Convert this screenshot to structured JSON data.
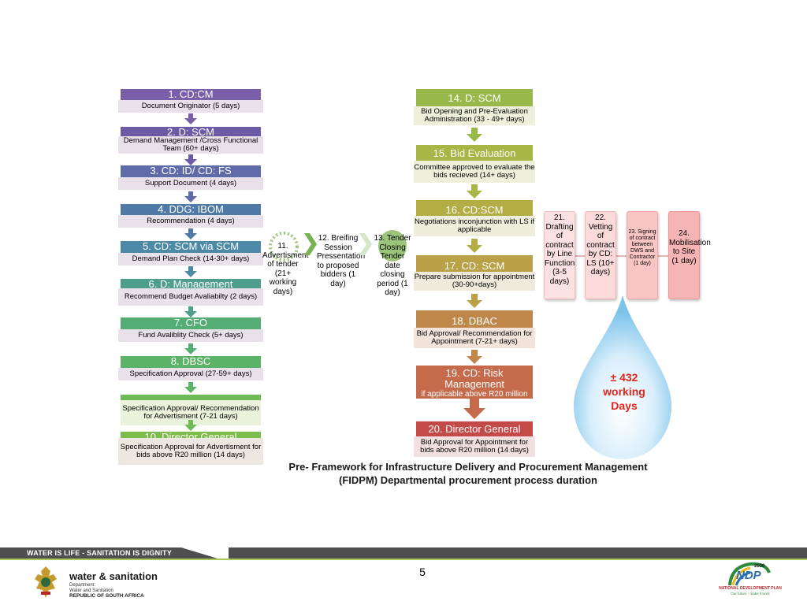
{
  "left_column": [
    {
      "title": "1. CD:CM",
      "label": "Document Originator (5 days)",
      "color": "#7b5ea8"
    },
    {
      "title": "2. D: SCM",
      "label": "Demand Management /Cross Functional Team (60+ days)",
      "color": "#6b5aa6"
    },
    {
      "title": "3. CD: ID/ CD: FS",
      "label": "Support Document (4 days)",
      "color": "#5f6aa8"
    },
    {
      "title": "4. DDG: IBOM",
      "label": "Recommendation (4 days)",
      "color": "#4f7aa6"
    },
    {
      "title": "5. CD: SCM via SCM",
      "label": "Demand Plan Check (14-30+ days)",
      "color": "#4d8aa8"
    },
    {
      "title": "6. D: Management",
      "label": "Recommend Budget Avaliabilty (2 days)",
      "color": "#4f9e8c"
    },
    {
      "title": "7. CFO",
      "label": "Fund Avaliblity Check (5+ days)",
      "color": "#55ad76"
    },
    {
      "title": "8. DBSC",
      "label": "Specification Approval (27-59+ days)",
      "color": "#5bb367"
    },
    {
      "title": "9. DG",
      "label": "Specification Approval/ Recommendation for Advertisment (7-21 days)",
      "color": "#6cbb55"
    },
    {
      "title": "10. Director General",
      "label": "Specification Approval for Advertisment for bids above R20 million (14 days)",
      "color": "#7cbc4a"
    }
  ],
  "middle_steps": [
    {
      "text": "11. Advertisment of tender (21+ working days)"
    },
    {
      "text": "12. Breifing Session Pressentation to proposed bidders (1 day)"
    },
    {
      "text": "13. Tender Closing Tender date closing period (1 day)"
    }
  ],
  "right_column": [
    {
      "title": "14. D: SCM",
      "label": "Bid Opening and Pre-Evaluation Administration (33 - 49+ days)",
      "color": "#98b84a"
    },
    {
      "title": "15. Bid Evaluation",
      "label": "Committee approved to evaluate the bids recieved (14+ days)",
      "color": "#a8b646"
    },
    {
      "title": "16. CD:SCM",
      "label": "Negotiations inconjunction with LS if applicable",
      "color": "#b4ad45"
    },
    {
      "title": "17. CD: SCM",
      "label": "Prepare submission for appointment (30-90+days)",
      "color": "#baa046"
    },
    {
      "title": "18. DBAC",
      "label": "Bid Approval/ Recommendation for Appointment (7-21+ days)",
      "color": "#c0874a"
    },
    {
      "title": "19. CD: Risk Management",
      "title_suffix": "if applicable above R20 million",
      "color": "#c56b4c"
    },
    {
      "title": "20. Director General",
      "label": "Bid Approval for Appointment for bids above R20 million (14 days)",
      "color": "#c34a48"
    }
  ],
  "cards": [
    {
      "text": "21. Drafting of contract by Line Function (3-5 days)"
    },
    {
      "text": "22. Vetting of contract by CD: LS (10+ days)"
    },
    {
      "text": "23. Signing of contract between DWS and Contractor (1 day)"
    },
    {
      "text": "24. Mobilisation to Site (1 day)"
    }
  ],
  "drop_text": "± 432 working Days",
  "caption_line1": "Pre- Framework for Infrastructure Delivery and Procurement Management",
  "caption_line2": "(FIDPM) Departmental procurement  process duration",
  "footer": {
    "slogan": "WATER IS LIFE - SANITATION IS DIGNITY",
    "page_number": "5",
    "dept_name": "water & sanitation",
    "dept_line1": "Department:",
    "dept_line2": "Water and Sanitation",
    "dept_line3": "REPUBLIC OF SOUTH AFRICA",
    "ndp_logo": "NDP",
    "ndp_year": "2030",
    "ndp_name": "NATIONAL DEVELOPMENT PLAN",
    "ndp_tag": "Our future - make it work"
  },
  "colors": {
    "drop_text": "#e0261c",
    "footer_band": "#4f4f4f",
    "footer_accent": "#a7c957"
  }
}
